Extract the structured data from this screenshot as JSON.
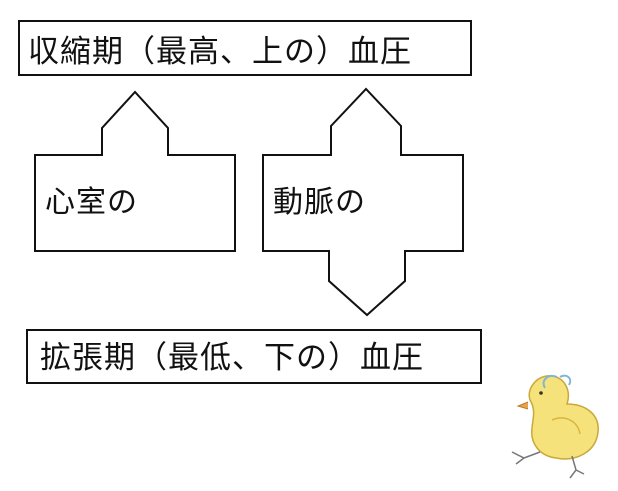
{
  "diagram": {
    "systolic_box": {
      "label": "収縮期（最高、上の）血圧"
    },
    "diastolic_box": {
      "label": "拡張期（最低、下の）血圧"
    },
    "ventricle_box": {
      "label": "心室の"
    },
    "artery_box": {
      "label": "動脈の"
    },
    "illustration": {
      "icon": "chick-icon"
    }
  }
}
